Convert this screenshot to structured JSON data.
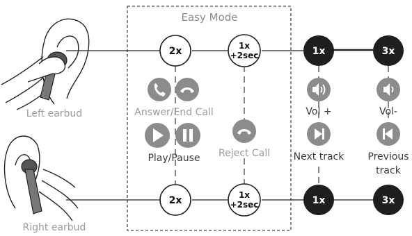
{
  "easy_mode": {
    "title": "Easy Mode"
  },
  "earbuds": {
    "left": {
      "label": "Left earbud"
    },
    "right": {
      "label": "Right earbud"
    }
  },
  "taps": {
    "double": "2x",
    "hold_line1": "1x",
    "hold_line2": "+2sec",
    "single": "1x",
    "triple": "3x"
  },
  "actions": {
    "answer_end": "Answer/End Call",
    "play_pause": "Play/Pause",
    "reject": "Reject Call",
    "vol_up": "Vol +",
    "vol_down": "Vol-",
    "next": "Next track",
    "previous_line1": "Previous",
    "previous_line2": "track"
  },
  "colors": {
    "icon_gray": "#8c8c8c",
    "label_gray": "#9a9a9a",
    "label_dark": "#3a3a3a",
    "filled_button": "#1e1e1e"
  },
  "icons": [
    "phone-icon",
    "hang-up-icon",
    "play-icon",
    "pause-icon",
    "reject-call-icon",
    "volume-up-icon",
    "volume-down-icon",
    "next-track-icon",
    "previous-track-icon"
  ]
}
